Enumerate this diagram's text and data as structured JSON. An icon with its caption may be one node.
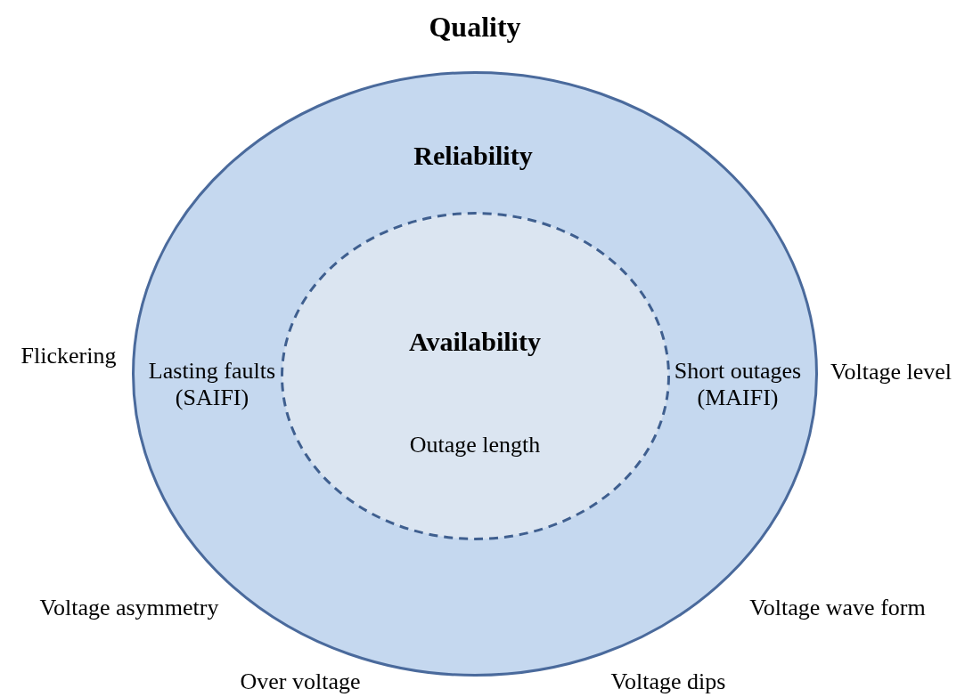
{
  "diagram": {
    "title": "Quality",
    "nodes": [
      {
        "text": [
          "Reliability",
          "Lasting faults (SAIFI)",
          "Short outages (MAIFI)"
        ]
      },
      {
        "text": [
          "Availability",
          "Outage length"
        ],
        "in": 0
      }
    ],
    "labels": [
      "Flickering",
      "Voltage level",
      "Voltage asymmetry",
      "Voltage wave form",
      "Over voltage",
      "Voltage dips"
    ]
  }
}
